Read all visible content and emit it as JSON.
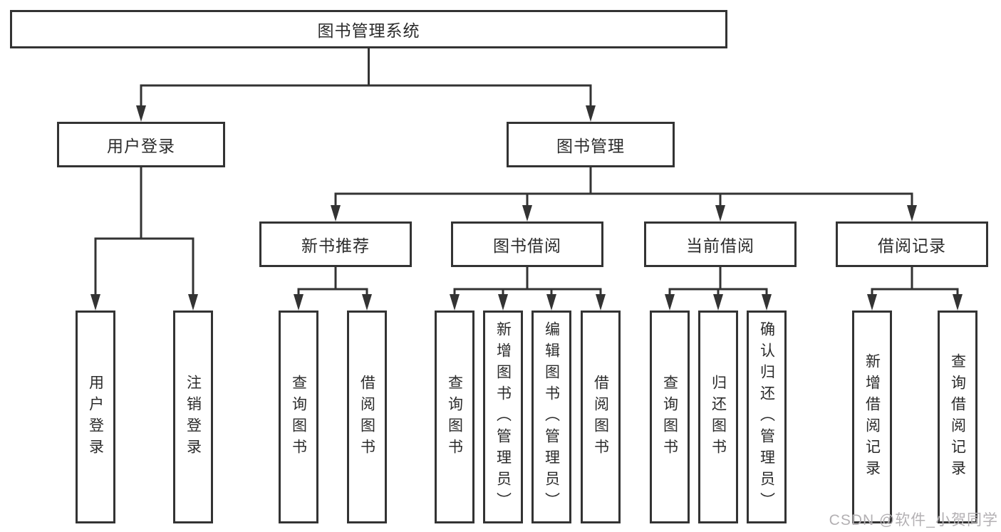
{
  "tree": {
    "label": "图书管理系统",
    "children": [
      {
        "label": "用户登录",
        "children": [
          {
            "label": "用户登录"
          },
          {
            "label": "注销登录"
          }
        ]
      },
      {
        "label": "图书管理",
        "children": [
          {
            "label": "新书推荐",
            "children": [
              {
                "label": "查询图书"
              },
              {
                "label": "借阅图书"
              }
            ]
          },
          {
            "label": "图书借阅",
            "children": [
              {
                "label": "查询图书"
              },
              {
                "label": "新增图书（管理员）"
              },
              {
                "label": "编辑图书（管理员）"
              },
              {
                "label": "借阅图书"
              }
            ]
          },
          {
            "label": "当前借阅",
            "children": [
              {
                "label": "查询图书"
              },
              {
                "label": "归还图书"
              },
              {
                "label": "确认归还（管理员）"
              }
            ]
          },
          {
            "label": "借阅记录",
            "children": [
              {
                "label": "新增借阅记录"
              },
              {
                "label": "查询借阅记录"
              }
            ]
          }
        ]
      }
    ]
  },
  "watermark": {
    "text": "CSDN @软件_小贺同学"
  },
  "colors": {
    "line": "#333333",
    "box_border": "#333333",
    "text": "#2b2b2b",
    "background": "#ffffff",
    "watermark": "#b3b0b3"
  }
}
